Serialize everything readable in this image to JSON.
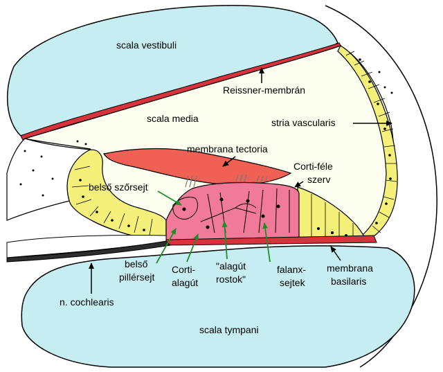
{
  "labels": {
    "scala_vestibuli": "scala vestibuli",
    "reissner": "Reissner-membrán",
    "scala_media": "scala media",
    "stria_vascularis": "stria vascularis",
    "membrana_tectoria": "membrana tectoria",
    "corti_szerv_1": "Corti-féle",
    "corti_szerv_2": "szerv",
    "belso_szorsejt": "belső szőrsejt",
    "belso_pillersejt_1": "belső",
    "belso_pillersejt_2": "pillérsejt",
    "corti_alagut_1": "Corti-",
    "corti_alagut_2": "alagút",
    "alagut_rostok_1": "\"alagút",
    "alagut_rostok_2": "rostok\"",
    "falanx_sejtek_1": "falanx-",
    "falanx_sejtek_2": "sejtek",
    "membrana_basilaris_1": "membrana",
    "membrana_basilaris_2": "basilaris",
    "n_cochlearis": "n. cochlearis",
    "scala_tympani": "scala tympani"
  },
  "colors": {
    "fluid": "#c6eef2",
    "membrane": "#d8323c",
    "tectoria": "#f06055",
    "organ": "#f07a98",
    "stria": "#f5f07a",
    "nerve": "#2d2d2d",
    "arrow_green": "#1a8f2a",
    "arrow_black": "#000000"
  }
}
